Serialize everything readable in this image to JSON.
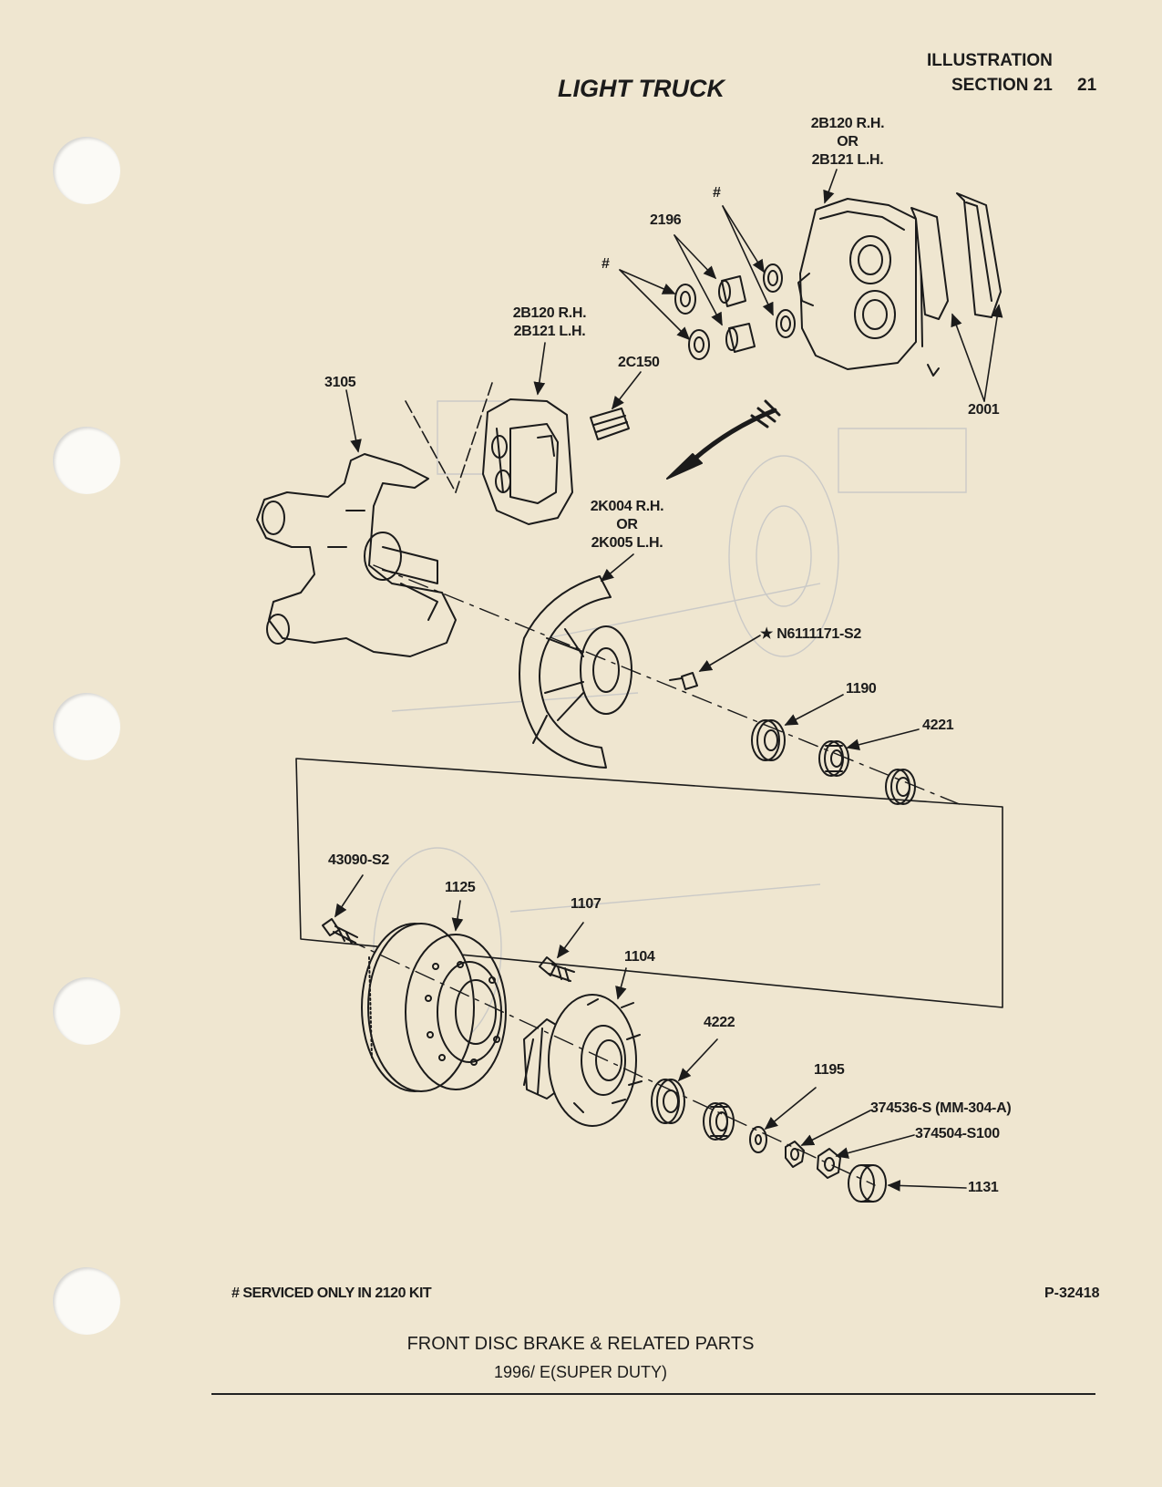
{
  "header": {
    "title": "LIGHT TRUCK",
    "illustration_label": "ILLUSTRATION",
    "section_label": "SECTION 21",
    "page_number": "21"
  },
  "labels": {
    "caliper_top": "2B120 R.H.\nOR\n2B121 L.H.",
    "hash_top": "#",
    "bushing": "2196",
    "hash_left": "#",
    "caliper_mid": "2B120 R.H.\n2B121 L.H.",
    "pin": "2C150",
    "knuckle": "3105",
    "shield": "2K004 R.H.\nOR\n2K005 L.H.",
    "pads": "2001",
    "screw": "★ N6111171-S2",
    "seal_1190": "1190",
    "bearing_4221": "4221",
    "bolt_43090": "43090-S2",
    "rotor": "1125",
    "stud": "1107",
    "hub": "1104",
    "bearing_4222": "4222",
    "washer": "1195",
    "nut_inner": "374536-S (MM-304-A)",
    "nut_outer": "374504-S100",
    "cap": "1131"
  },
  "footer": {
    "note": "# SERVICED ONLY IN 2120 KIT",
    "part_code": "P-32418",
    "caption": "FRONT DISC BRAKE & RELATED PARTS",
    "subcaption": "1996/ E(SUPER DUTY)"
  }
}
